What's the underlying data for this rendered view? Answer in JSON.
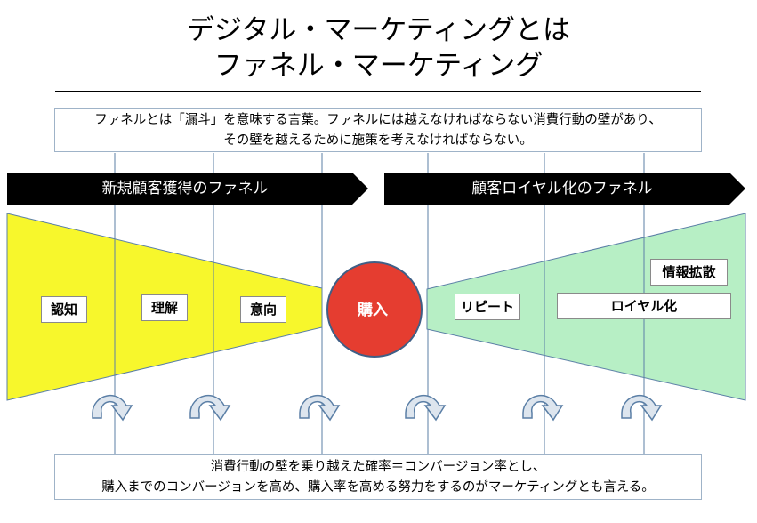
{
  "title": {
    "line1": "デジタル・マーケティングとは",
    "line2": "ファネル・マーケティング"
  },
  "top_note": {
    "line1": "ファネルとは「漏斗」を意味する言葉。ファネルには越えなければならない消費行動の壁があり、",
    "line2": "その壁を越えるために施策を考えなければならない。"
  },
  "banners": {
    "acquisition": "新規顧客獲得のファネル",
    "loyalty": "顧客ロイヤル化のファネル"
  },
  "acquisition_stages": [
    "認知",
    "理解",
    "意向"
  ],
  "purchase": "購入",
  "loyalty_stages": {
    "repeat": "リピート",
    "loyalty": "ロイヤル化",
    "spread": "情報拡散"
  },
  "bottom_note": {
    "line1": "消費行動の壁を乗り越えた確率＝コンバージョン率とし、",
    "line2": "購入までのコンバージョンを高め、購入率を高める努力をするのがマーケティングとも言える。"
  },
  "colors": {
    "acquisition_funnel": "#f7f72c",
    "loyalty_funnel": "#b7efc5",
    "purchase_circle": "#e53d30",
    "banner": "#000000",
    "grid_line": "#5b7fa6",
    "arrow_fill": "#dde5ee"
  },
  "icons": {
    "wall_arrows": "curved-arrow-icon"
  }
}
